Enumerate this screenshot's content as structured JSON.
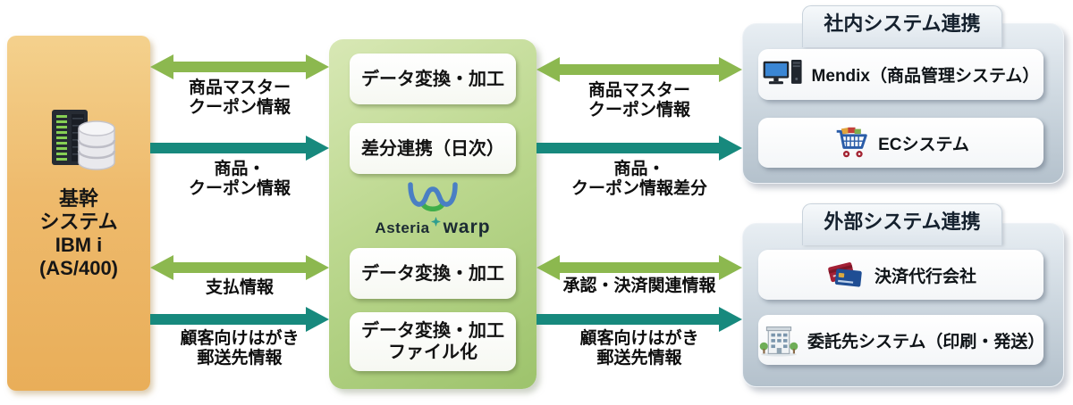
{
  "colors": {
    "arrow_green": "#8cb84f",
    "arrow_teal": "#17897d",
    "hub_green": "#b3d185",
    "core_orange": "#ecb35f",
    "panel_gray_blue": "#c3cfd9",
    "logo_blue": "#4a7fc4",
    "logo_green": "#3fae49"
  },
  "core_system": {
    "icon": "server-database-icon",
    "label": "基幹\nシステム\nIBM i\n(AS/400)"
  },
  "hub": {
    "logo": {
      "icon": "asteria-wave-logo",
      "brand": "Asteria",
      "product": "warp"
    },
    "steps": [
      {
        "label": "データ変換・加工"
      },
      {
        "label": "差分連携（日次）"
      },
      {
        "label": "データ変換・加工"
      },
      {
        "label": "データ変換・加工\nファイル化"
      }
    ]
  },
  "flows_left": [
    {
      "label": "商品マスター\nクーポン情報",
      "direction": "bidirectional",
      "color": "#8cb84f"
    },
    {
      "label": "商品・\nクーポン情報",
      "direction": "right",
      "color": "#17897d"
    },
    {
      "label": "支払情報",
      "direction": "bidirectional",
      "color": "#8cb84f"
    },
    {
      "label": "顧客向けはがき\n郵送先情報",
      "direction": "right",
      "color": "#17897d"
    }
  ],
  "flows_right": [
    {
      "label": "商品マスター\nクーポン情報",
      "direction": "bidirectional",
      "color": "#8cb84f"
    },
    {
      "label": "商品・\nクーポン情報差分",
      "direction": "right",
      "color": "#17897d"
    },
    {
      "label": "承認・決済関連情報",
      "direction": "bidirectional",
      "color": "#8cb84f"
    },
    {
      "label": "顧客向けはがき\n郵送先情報",
      "direction": "right",
      "color": "#17897d"
    }
  ],
  "internal_group": {
    "title": "社内システム連携",
    "items": [
      {
        "icon": "desktop-computer-icon",
        "label": "Mendix（商品管理システム）"
      },
      {
        "icon": "shopping-cart-icon",
        "label": "ECシステム"
      }
    ]
  },
  "external_group": {
    "title": "外部システム連携",
    "items": [
      {
        "icon": "credit-cards-icon",
        "label": "決済代行会社"
      },
      {
        "icon": "office-building-icon",
        "label": "委託先システム（印刷・発送）"
      }
    ]
  }
}
